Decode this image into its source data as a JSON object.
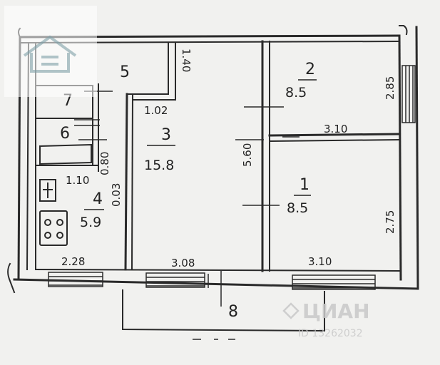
{
  "rooms": [
    {
      "key": "r1",
      "number": "1",
      "area": "8.5"
    },
    {
      "key": "r2",
      "number": "2",
      "area": "8.5"
    },
    {
      "key": "r3",
      "number": "3",
      "area": "15.8"
    },
    {
      "key": "r4",
      "number": "4",
      "area": "5.9"
    },
    {
      "key": "r5",
      "number": "5",
      "area": ""
    },
    {
      "key": "r6",
      "number": "6",
      "area": ""
    },
    {
      "key": "r7",
      "number": "7",
      "area": ""
    },
    {
      "key": "r8",
      "number": "8",
      "area": ""
    }
  ],
  "dimensions": {
    "top_1_40": "1.40",
    "left_1_02": "1.02",
    "v_5_60": "5.60",
    "v_2_85": "2.85",
    "h_3_10_mid": "3.10",
    "v_2_75": "2.75",
    "h_1_10": "1.10",
    "v_0_03": "0.03",
    "v_0_80": "0.80",
    "bottom_2_28": "2.28",
    "bottom_3_08": "3.08",
    "bottom_3_10": "3.10"
  },
  "watermark": {
    "brand": "ЦИАН",
    "id": "ID 13262032"
  },
  "colors": {
    "ink": "#2a2a2a",
    "paper": "#f1f1ef",
    "watermark": "#c8c8c8"
  }
}
